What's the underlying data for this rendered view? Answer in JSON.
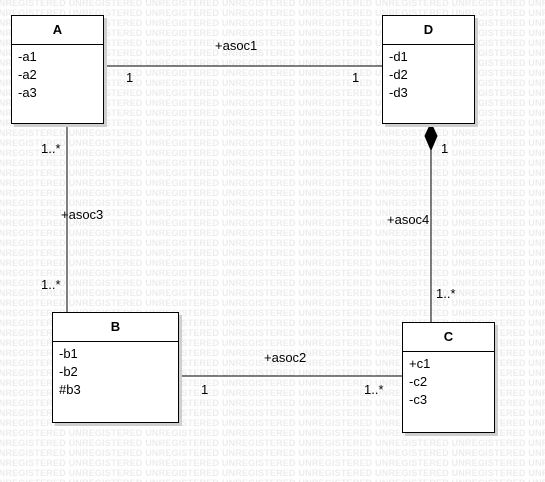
{
  "watermark_text": "UNREGISTERED",
  "classes": {
    "A": {
      "name": "A",
      "attrs": [
        "-a1",
        "-a2",
        "-a3"
      ]
    },
    "B": {
      "name": "B",
      "attrs": [
        "-b1",
        "-b2",
        "#b3"
      ]
    },
    "C": {
      "name": "C",
      "attrs": [
        "+c1",
        "-c2",
        "-c3"
      ]
    },
    "D": {
      "name": "D",
      "attrs": [
        "-d1",
        "-d2",
        "-d3"
      ]
    }
  },
  "associations": {
    "asoc1": {
      "name": "+asoc1",
      "mult_source": "1",
      "mult_target": "1"
    },
    "asoc2": {
      "name": "+asoc2",
      "mult_source": "1",
      "mult_target": "1..*"
    },
    "asoc3": {
      "name": "+asoc3",
      "mult_source": "1..*",
      "mult_target": "1..*"
    },
    "asoc4": {
      "name": "+asoc4",
      "mult_source": "1",
      "mult_target": "1..*"
    }
  },
  "colors": {
    "line": "#000000",
    "shadow": "#cfcfcf",
    "watermark": "#ececec"
  }
}
